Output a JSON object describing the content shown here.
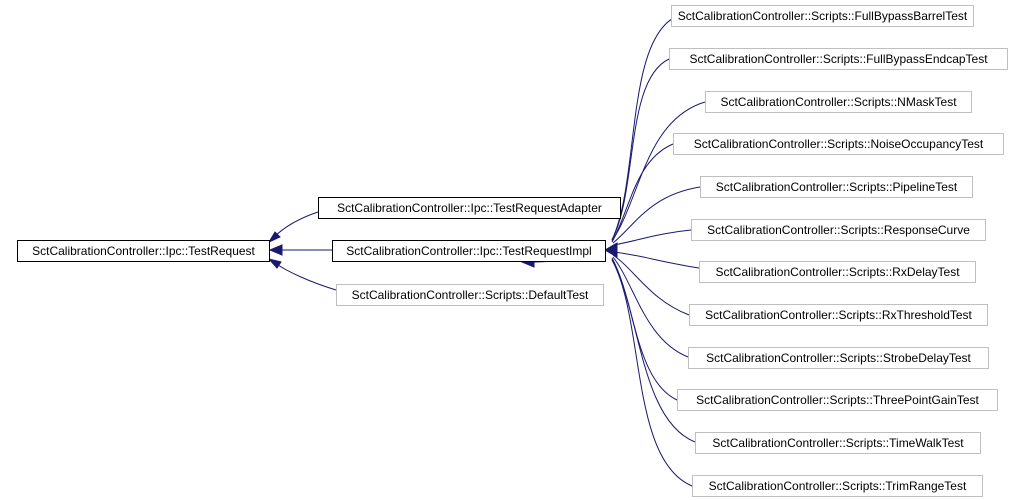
{
  "colors": {
    "edge": "#191970",
    "documented_box": "#000000",
    "undocumented_box": "#bfbfbf",
    "background": "#ffffff"
  },
  "nodes": {
    "test_request": {
      "label": "SctCalibrationController::Ipc::TestRequest"
    },
    "test_request_adapter": {
      "label": "SctCalibrationController::Ipc::TestRequestAdapter"
    },
    "test_request_impl": {
      "label": "SctCalibrationController::Ipc::TestRequestImpl"
    },
    "default_test": {
      "label": "SctCalibrationController::Scripts::DefaultTest"
    },
    "full_bypass_barrel_test": {
      "label": "SctCalibrationController::Scripts::FullBypassBarrelTest"
    },
    "full_bypass_endcap_test": {
      "label": "SctCalibrationController::Scripts::FullBypassEndcapTest"
    },
    "nmask_test": {
      "label": "SctCalibrationController::Scripts::NMaskTest"
    },
    "noise_occupancy_test": {
      "label": "SctCalibrationController::Scripts::NoiseOccupancyTest"
    },
    "pipeline_test": {
      "label": "SctCalibrationController::Scripts::PipelineTest"
    },
    "response_curve": {
      "label": "SctCalibrationController::Scripts::ResponseCurve"
    },
    "rx_delay_test": {
      "label": "SctCalibrationController::Scripts::RxDelayTest"
    },
    "rx_threshold_test": {
      "label": "SctCalibrationController::Scripts::RxThresholdTest"
    },
    "strobe_delay_test": {
      "label": "SctCalibrationController::Scripts::StrobeDelayTest"
    },
    "three_point_gain_test": {
      "label": "SctCalibrationController::Scripts::ThreePointGainTest"
    },
    "time_walk_test": {
      "label": "SctCalibrationController::Scripts::TimeWalkTest"
    },
    "trim_range_test": {
      "label": "SctCalibrationController::Scripts::TrimRangeTest"
    }
  },
  "edges": [
    {
      "from": "test_request_adapter",
      "to": "test_request"
    },
    {
      "from": "test_request_impl",
      "to": "test_request"
    },
    {
      "from": "default_test",
      "to": "test_request"
    },
    {
      "from": "full_bypass_barrel_test",
      "to": "test_request_impl"
    },
    {
      "from": "full_bypass_endcap_test",
      "to": "test_request_impl"
    },
    {
      "from": "nmask_test",
      "to": "test_request_impl"
    },
    {
      "from": "noise_occupancy_test",
      "to": "test_request_impl"
    },
    {
      "from": "pipeline_test",
      "to": "test_request_impl"
    },
    {
      "from": "response_curve",
      "to": "test_request_impl"
    },
    {
      "from": "rx_delay_test",
      "to": "test_request_impl"
    },
    {
      "from": "rx_threshold_test",
      "to": "test_request_impl"
    },
    {
      "from": "strobe_delay_test",
      "to": "test_request_impl"
    },
    {
      "from": "three_point_gain_test",
      "to": "test_request_impl"
    },
    {
      "from": "time_walk_test",
      "to": "test_request_impl"
    },
    {
      "from": "trim_range_test",
      "to": "test_request_impl"
    }
  ]
}
